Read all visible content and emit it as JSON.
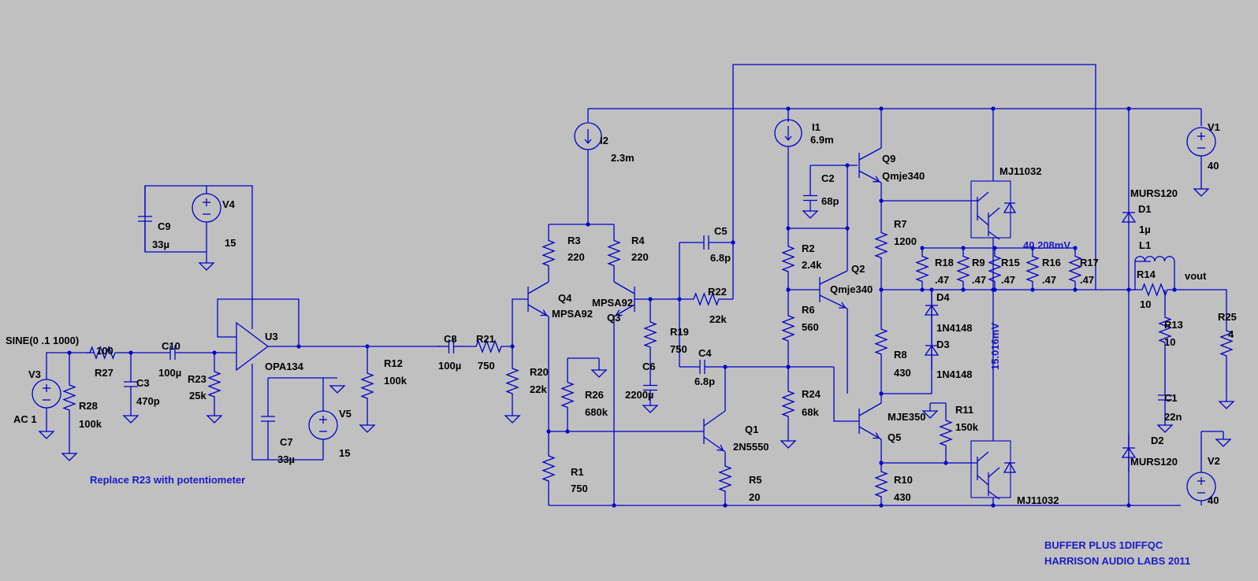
{
  "colors": {
    "background": "#c0c0c0",
    "wire": "#0000cc",
    "label": "#000000",
    "annotation": "#1a1acc"
  },
  "source": {
    "function": "SINE(0 .1 1000)",
    "ac": "AC 1"
  },
  "components": {
    "V1": {
      "name": "V1",
      "value": "40"
    },
    "V2": {
      "name": "V2",
      "value": "40"
    },
    "V3": {
      "name": "V3"
    },
    "V4": {
      "name": "V4",
      "value": "15"
    },
    "V5": {
      "name": "V5",
      "value": "15"
    },
    "I1": {
      "name": "I1",
      "value": "6.9m"
    },
    "I2": {
      "name": "I2",
      "value": "2.3m"
    },
    "U3": {
      "name": "U3",
      "value": "OPA134"
    },
    "Q1": {
      "name": "Q1",
      "value": "2N5550"
    },
    "Q2": {
      "name": "Q2",
      "value": "Qmje340"
    },
    "Q3": {
      "name": "Q3",
      "value": "MPSA92"
    },
    "Q4": {
      "name": "Q4",
      "value": "MPSA92"
    },
    "Q5": {
      "name": "Q5",
      "value": "MJE350"
    },
    "Q9": {
      "name": "Q9",
      "value": "Qmje340"
    },
    "QU": {
      "value": "MJ11032"
    },
    "QL": {
      "value": "MJ11032"
    },
    "D1": {
      "name": "D1",
      "value": "MURS120"
    },
    "D2": {
      "name": "D2",
      "value": "MURS120"
    },
    "D3": {
      "name": "D3",
      "value": "1N4148"
    },
    "D4": {
      "name": "D4",
      "value": "1N4148"
    },
    "L1": {
      "name": "L1",
      "value": "1µ"
    },
    "R1": {
      "name": "R1",
      "value": "750"
    },
    "R2": {
      "name": "R2",
      "value": "2.4k"
    },
    "R3": {
      "name": "R3",
      "value": "220"
    },
    "R4": {
      "name": "R4",
      "value": "220"
    },
    "R5": {
      "name": "R5",
      "value": "20"
    },
    "R6": {
      "name": "R6",
      "value": "560"
    },
    "R7": {
      "name": "R7",
      "value": "1200"
    },
    "R8": {
      "name": "R8",
      "value": "430"
    },
    "R9": {
      "name": "R9",
      "value": ".47"
    },
    "R10": {
      "name": "R10",
      "value": "430"
    },
    "R11": {
      "name": "R11",
      "value": "150k"
    },
    "R12": {
      "name": "R12",
      "value": "100k"
    },
    "R13": {
      "name": "R13",
      "value": "10"
    },
    "R14": {
      "name": "R14",
      "value": "10"
    },
    "R15": {
      "name": "R15",
      "value": ".47"
    },
    "R16": {
      "name": "R16",
      "value": ".47"
    },
    "R17": {
      "name": "R17",
      "value": ".47"
    },
    "R18": {
      "name": "R18",
      "value": ".47"
    },
    "R19": {
      "name": "R19",
      "value": "750"
    },
    "R20": {
      "name": "R20",
      "value": "22k"
    },
    "R21": {
      "name": "R21",
      "value": "750"
    },
    "R22": {
      "name": "R22",
      "value": "22k"
    },
    "R23": {
      "name": "R23",
      "value": "25k"
    },
    "R24": {
      "name": "R24",
      "value": "68k"
    },
    "R25": {
      "name": "R25",
      "value": "4"
    },
    "R26": {
      "name": "R26",
      "value": "680k"
    },
    "R27": {
      "name": "R27",
      "value": "100"
    },
    "R28": {
      "name": "R28",
      "value": "100k"
    },
    "C1": {
      "name": "C1",
      "value": "22n"
    },
    "C2": {
      "name": "C2",
      "value": "68p"
    },
    "C3": {
      "name": "C3",
      "value": "470p"
    },
    "C4": {
      "name": "C4",
      "value": "6.8p"
    },
    "C5": {
      "name": "C5",
      "value": "6.8p"
    },
    "C6": {
      "name": "C6",
      "value": "2200µ"
    },
    "C7": {
      "name": "C7",
      "value": "33µ"
    },
    "C8": {
      "name": "C8",
      "value": "100µ"
    },
    "C9": {
      "name": "C9",
      "value": "33µ"
    },
    "C10": {
      "name": "C10",
      "value": "100µ"
    }
  },
  "nets": {
    "vout": "vout"
  },
  "annotations": {
    "note": "Replace R23 with potentiometer",
    "meas_top": "40.208mV",
    "meas_mid": "15.016mV",
    "title1": "BUFFER PLUS 1DIFFQC",
    "title2": "HARRISON AUDIO LABS 2011"
  }
}
